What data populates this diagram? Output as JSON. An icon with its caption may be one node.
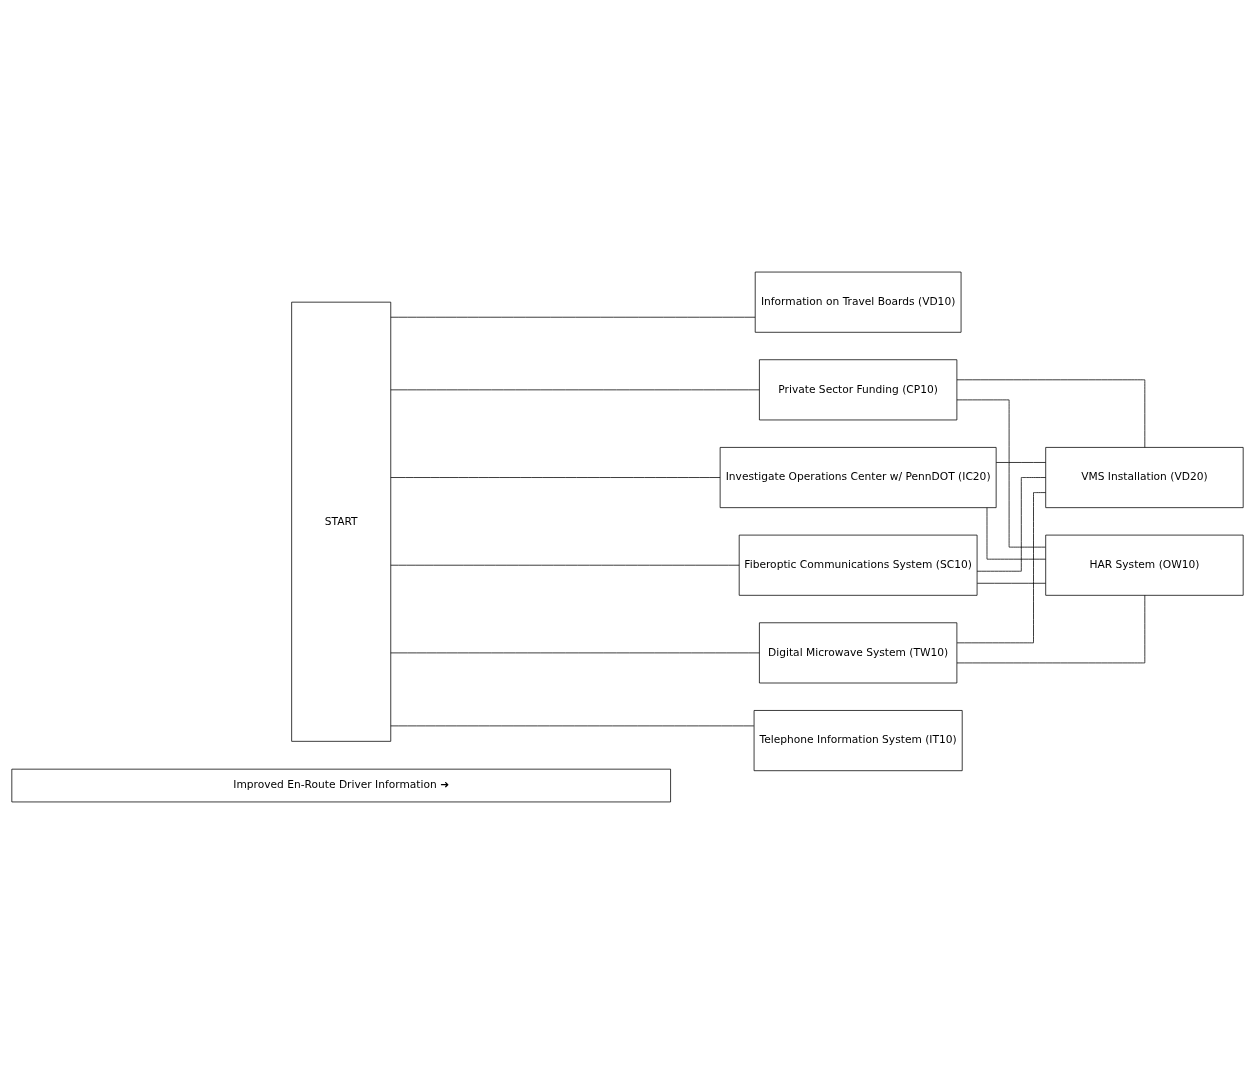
{
  "diagram": {
    "nodes": [
      {
        "text": [
          "START"
        ]
      },
      {
        "text": [
          "Information on Travel Boards (VD10)"
        ]
      },
      {
        "text": [
          "Private Sector Funding (CP10)"
        ]
      },
      {
        "text": [
          "Investigate Operations Center w/ PennDOT (IC20)"
        ]
      },
      {
        "text": [
          "Fiberoptic Communications System (SC10)"
        ]
      },
      {
        "text": [
          "Digital Microwave System (TW10)"
        ]
      },
      {
        "text": [
          "Telephone Information System (IT10)"
        ]
      },
      {
        "text": [
          "VMS Installation (VD20)"
        ]
      },
      {
        "text": [
          "HAR System (OW10)"
        ]
      },
      {
        "text": [
          "Improved En-Route Driver Information ➜"
        ]
      }
    ],
    "edges": [
      {
        "from": 0,
        "to": 1,
        "arrow": "none"
      },
      {
        "from": 0,
        "to": 2,
        "arrow": "none"
      },
      {
        "from": 0,
        "to": 3,
        "arrow": "none"
      },
      {
        "from": 0,
        "to": 4,
        "arrow": "none"
      },
      {
        "from": 0,
        "to": 5,
        "arrow": "none"
      },
      {
        "from": 0,
        "to": 6,
        "arrow": "none"
      },
      {
        "from": 2,
        "to": 7,
        "arrow": "none"
      },
      {
        "from": 2,
        "to": 8,
        "arrow": "none"
      },
      {
        "from": 3,
        "to": 7,
        "arrow": "none"
      },
      {
        "from": 3,
        "to": 8,
        "arrow": "none"
      },
      {
        "from": 4,
        "to": 7,
        "arrow": "none"
      },
      {
        "from": 4,
        "to": 8,
        "arrow": "none"
      },
      {
        "from": 5,
        "to": 7,
        "arrow": "none"
      },
      {
        "from": 5,
        "to": 8,
        "arrow": "none"
      }
    ]
  }
}
